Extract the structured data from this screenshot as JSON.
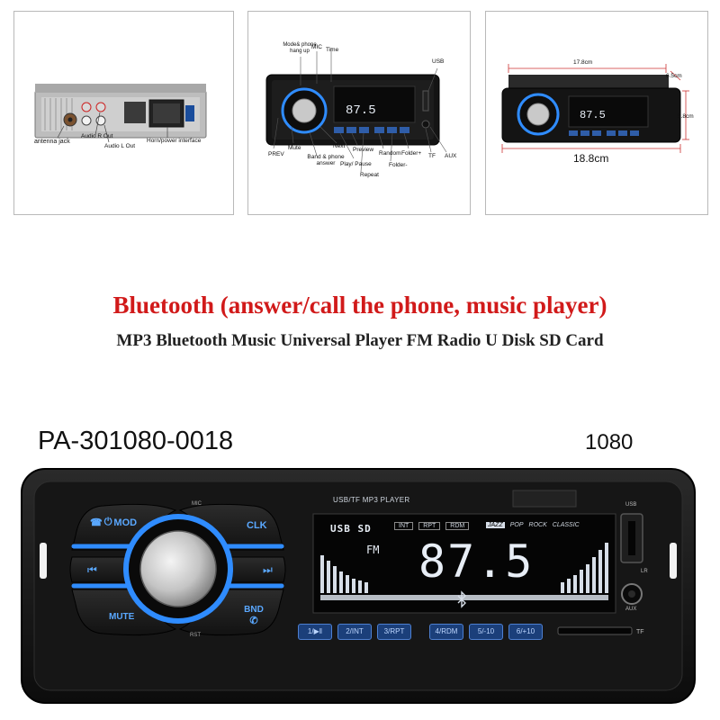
{
  "panel_rear": {
    "labels": {
      "antenna": "antenna jack",
      "audio_r": "Audio R Out",
      "audio_l": "Audio L Out",
      "horn": "Horn/power interface"
    }
  },
  "panel_front": {
    "labels": {
      "mode_phone": "Mode& phone hang up",
      "mic": "MIC",
      "time": "Time",
      "usb": "USB",
      "prev": "PREV",
      "mute": "Mute",
      "next": "Next",
      "band_phone": "Band & phone answer",
      "preview": "Preview",
      "play_pause": "Play/ Pause",
      "repeat": "Repeat",
      "random": "Random",
      "folder_plus": "Folder+",
      "folder_minus": "Folder-",
      "tf": "TF",
      "aux": "AUX"
    }
  },
  "panel_dims": {
    "width_top": "17.8cm",
    "depth": "6.5cm",
    "height": "5.8cm",
    "width_bottom": "18.8cm"
  },
  "headline": "Bluetooth (answer/call the phone, music player)",
  "subheadline": "MP3 Bluetooth Music Universal Player FM Radio U Disk SD Card",
  "model_number": "PA-301080-0018",
  "model_code": "1080",
  "device": {
    "brand_strip": "USB/TF MP3 PLAYER",
    "mic": "MIC",
    "rst": "RST",
    "left_buttons": {
      "mode": "MOD",
      "clk": "CLK",
      "prev": "⏮",
      "next": "⏭",
      "mute": "MUTE",
      "bnd": "BND"
    },
    "display": {
      "top_row": [
        "USB",
        "SD"
      ],
      "tags": [
        "INT",
        "RPT",
        "RDM"
      ],
      "eq": [
        "JAZZ",
        "POP",
        "ROCK",
        "CLASSIC"
      ],
      "band": "FM",
      "frequency": "87.5"
    },
    "preset_buttons": [
      "1/▶‖",
      "2/INT",
      "3/RPT",
      "4/RDM",
      "5/-10",
      "6/+10"
    ],
    "usb_label": "USB",
    "lr_label": "LR",
    "aux_label": "AUX",
    "tf_label": "TF"
  },
  "colors": {
    "headline": "#d11a1a",
    "accent_blue": "#2f8cff",
    "body": "#151515",
    "display_text": "#e8eef6"
  }
}
